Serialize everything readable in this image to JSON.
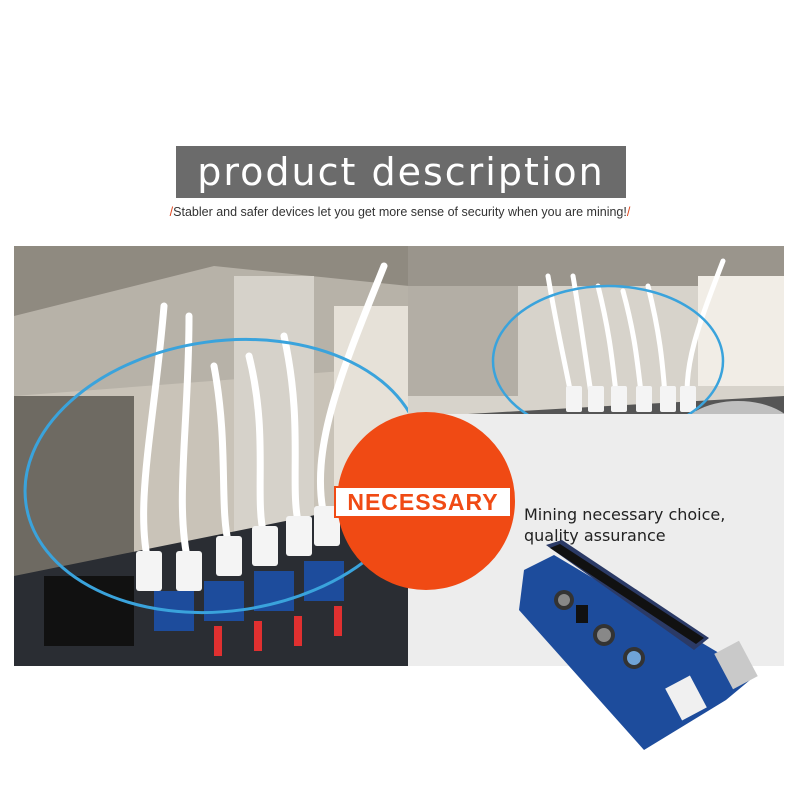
{
  "title": "product description",
  "subtitle": {
    "slash_left": "/",
    "text": "Stabler and safer devices let you get more sense of security when you are mining!",
    "slash_right": "/"
  },
  "badge": "NECESSARY",
  "tagline": {
    "line1": "Mining necessary choice,",
    "line2": "quality assurance"
  },
  "colors": {
    "banner": "#6b6b6b",
    "accent": "#f04a14",
    "highlight_ring": "#3aa3dc",
    "board": "#1d4c9c"
  }
}
